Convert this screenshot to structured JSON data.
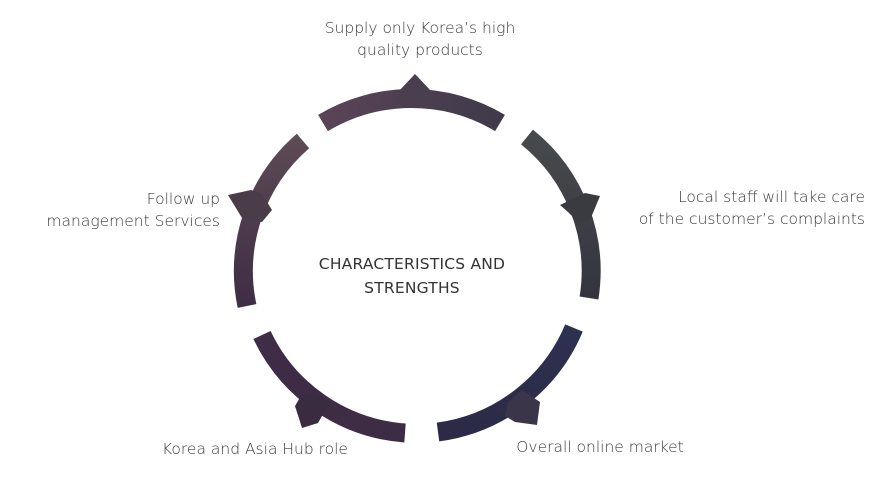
{
  "diagram": {
    "center_title": "CHARACTERISTICS AND\nSTRENGTHS",
    "steps": [
      {
        "label": "Supply only Korea’s high\nquality products",
        "color": "#4a3d50"
      },
      {
        "label": "Local staff will take care\nof the customer’s complaints",
        "color": "#3b3d43"
      },
      {
        "label": "Overall online market",
        "color": "#2f2e4a"
      },
      {
        "label": "Korea and Asia Hub role",
        "color": "#3f2d47"
      },
      {
        "label": "Follow up\nmanagement  Services",
        "color": "#4b3b4c"
      }
    ]
  }
}
